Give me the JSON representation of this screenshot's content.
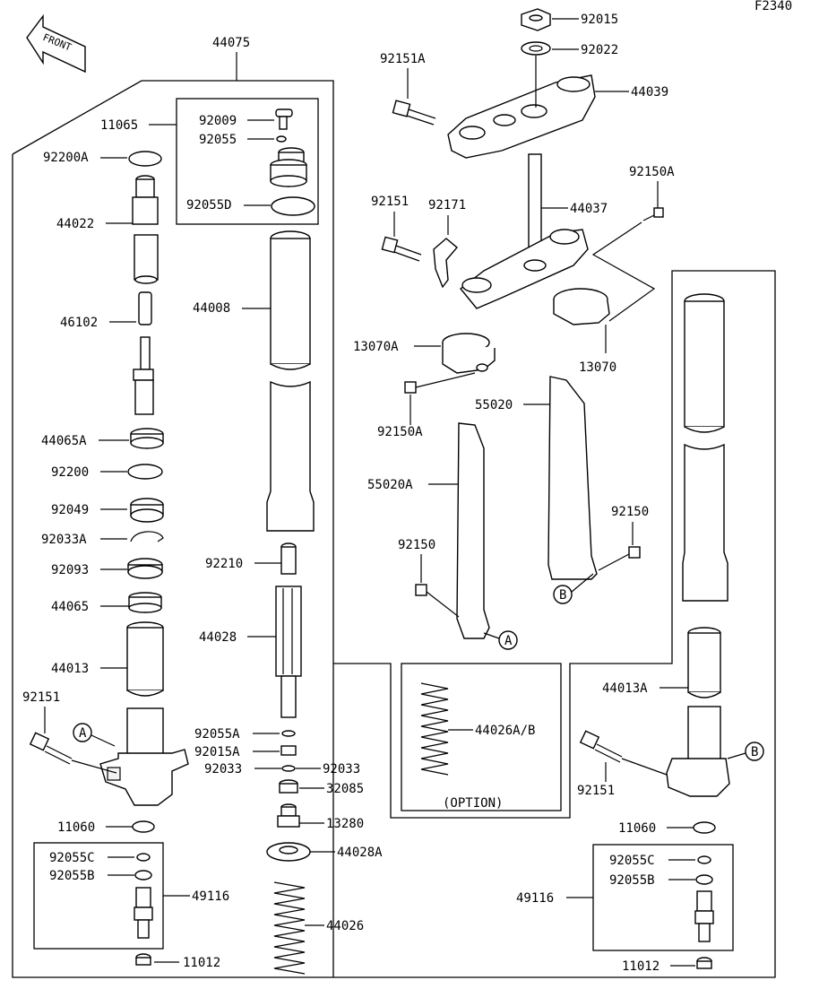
{
  "diagram_code": "F2340",
  "front_label": "FRONT",
  "option_label": "(OPTION)",
  "callouts": {
    "a": "A",
    "b": "B"
  },
  "parts": {
    "p44075": "44075",
    "p11065": "11065",
    "p92009": "92009",
    "p92055": "92055",
    "p92055D": "92055D",
    "p92200A": "92200A",
    "p44022": "44022",
    "p44008": "44008",
    "p46102": "46102",
    "p44065A": "44065A",
    "p92200": "92200",
    "p92049": "92049",
    "p92033A": "92033A",
    "p92093": "92093",
    "p92210": "92210",
    "p44065": "44065",
    "p44028": "44028",
    "p44013": "44013",
    "p92151_left": "92151",
    "p92055A": "92055A",
    "p92015A": "92015A",
    "p92033_left": "92033",
    "p92033_right": "92033",
    "p32085": "32085",
    "p13280": "13280",
    "p11060_left": "11060",
    "p44028A": "44028A",
    "p92055C_left": "92055C",
    "p92055B_left": "92055B",
    "p49116_left": "49116",
    "p44026": "44026",
    "p11012_left": "11012",
    "p92015": "92015",
    "p92022": "92022",
    "p92151A": "92151A",
    "p44039": "44039",
    "p92150A_top": "92150A",
    "p92151_mid": "92151",
    "p92171": "92171",
    "p44037": "44037",
    "p13070A": "13070A",
    "p13070": "13070",
    "p92150A_mid": "92150A",
    "p55020": "55020",
    "p55020A": "55020A",
    "p92150_right": "92150",
    "p92150_left": "92150",
    "p44026AB": "44026A/B",
    "p44013A": "44013A",
    "p92151_right": "92151",
    "p11060_right": "11060",
    "p92055C_right": "92055C",
    "p92055B_right": "92055B",
    "p49116_right": "49116",
    "p11012_right": "11012"
  }
}
